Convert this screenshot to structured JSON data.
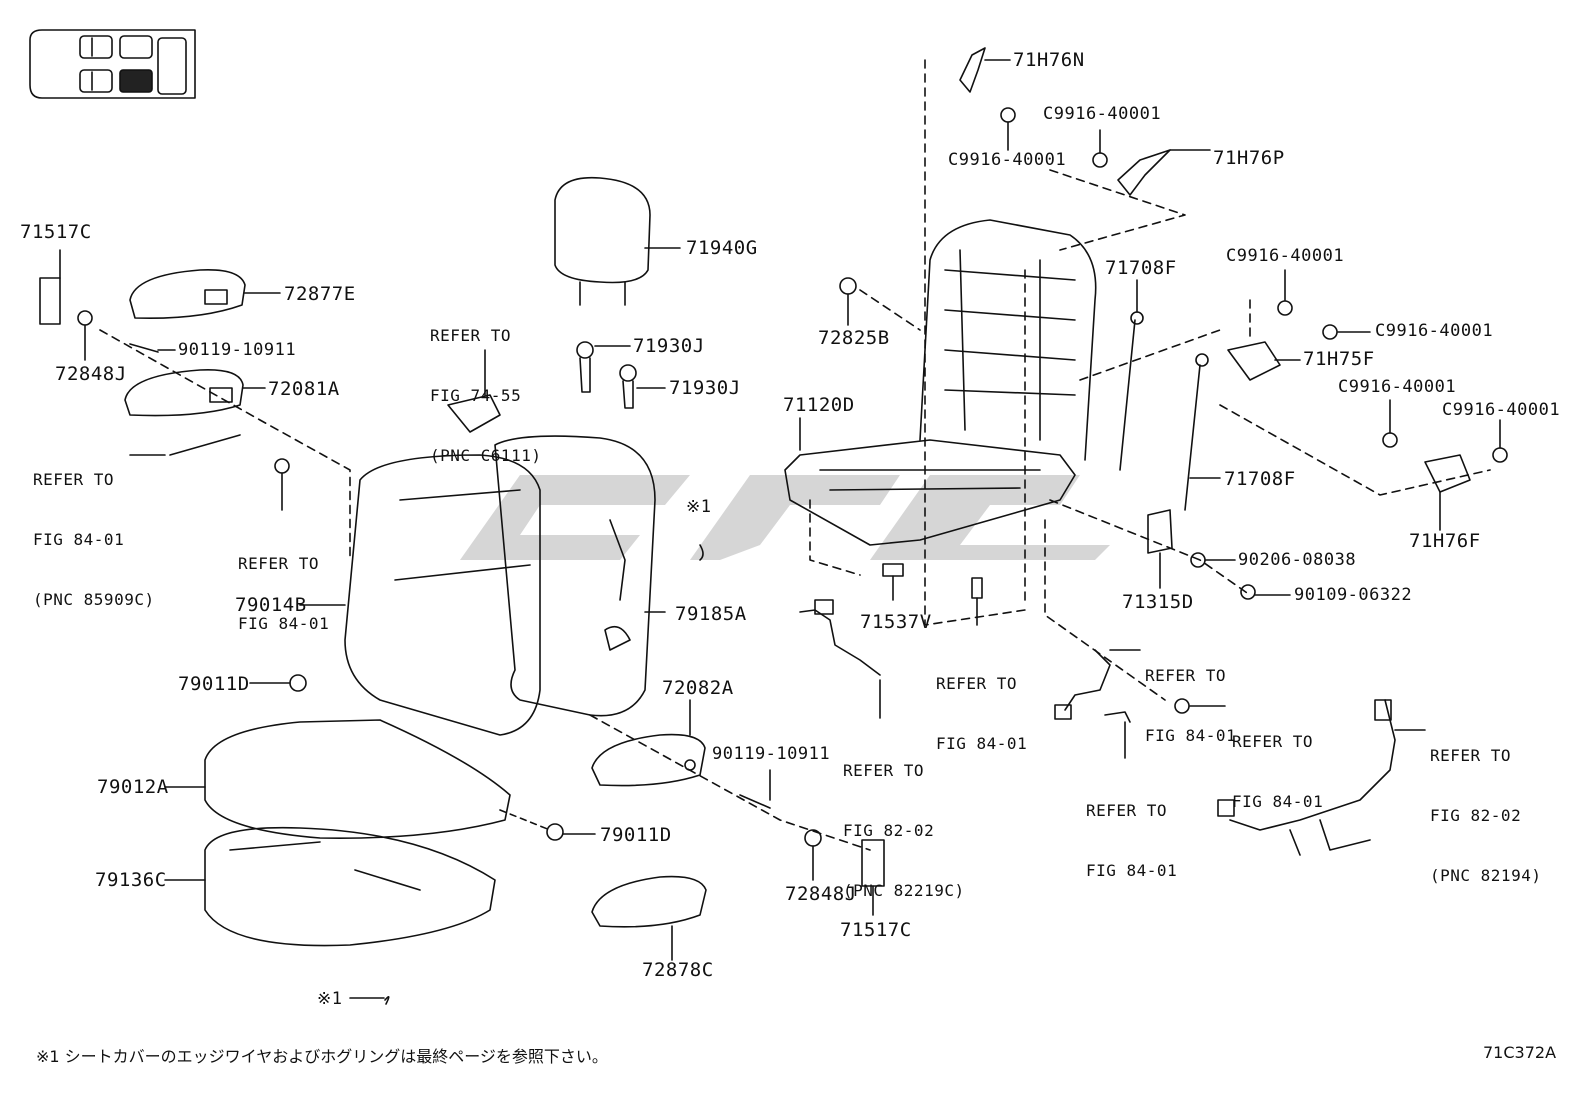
{
  "parts": [
    {
      "id": "p1",
      "text": "71517C"
    },
    {
      "id": "p2",
      "text": "72877E"
    },
    {
      "id": "p3",
      "text": "90119-10911"
    },
    {
      "id": "p4",
      "text": "72848J"
    },
    {
      "id": "p5",
      "text": "72081A"
    },
    {
      "id": "p6",
      "text": "71940G"
    },
    {
      "id": "p7",
      "text": "71930J"
    },
    {
      "id": "p8",
      "text": "71930J"
    },
    {
      "id": "p9",
      "text": "71H76N"
    },
    {
      "id": "p10",
      "text": "C9916-40001"
    },
    {
      "id": "p11",
      "text": "C9916-40001"
    },
    {
      "id": "p12",
      "text": "71H76P"
    },
    {
      "id": "p13",
      "text": "72825B"
    },
    {
      "id": "p14",
      "text": "71708F"
    },
    {
      "id": "p15",
      "text": "C9916-40001"
    },
    {
      "id": "p16",
      "text": "C9916-40001"
    },
    {
      "id": "p17",
      "text": "71H75F"
    },
    {
      "id": "p18",
      "text": "C9916-40001"
    },
    {
      "id": "p19",
      "text": "C9916-40001"
    },
    {
      "id": "p20",
      "text": "71120D"
    },
    {
      "id": "p21",
      "text": "71708F"
    },
    {
      "id": "p22",
      "text": "71H76F"
    },
    {
      "id": "p23",
      "text": "90206-08038"
    },
    {
      "id": "p24",
      "text": "90109-06322"
    },
    {
      "id": "p25",
      "text": "71315D"
    },
    {
      "id": "p26",
      "text": "79014B"
    },
    {
      "id": "p27",
      "text": "79185A"
    },
    {
      "id": "p28",
      "text": "71537V"
    },
    {
      "id": "p29",
      "text": "79011D"
    },
    {
      "id": "p30",
      "text": "72082A"
    },
    {
      "id": "p31",
      "text": "90119-10911"
    },
    {
      "id": "p32",
      "text": "79012A"
    },
    {
      "id": "p33",
      "text": "79011D"
    },
    {
      "id": "p34",
      "text": "79136C"
    },
    {
      "id": "p35",
      "text": "72848J"
    },
    {
      "id": "p36",
      "text": "71517C"
    },
    {
      "id": "p37",
      "text": "72878C"
    },
    {
      "id": "p38",
      "text": "※1"
    },
    {
      "id": "p39",
      "text": "※1"
    }
  ],
  "refs": [
    {
      "id": "r1",
      "lines": [
        "REFER TO",
        "FIG 74-55",
        "(PNC C6111)"
      ]
    },
    {
      "id": "r2",
      "lines": [
        "REFER TO",
        "FIG 84-01",
        "(PNC 85909C)"
      ]
    },
    {
      "id": "r3",
      "lines": [
        "REFER TO",
        "FIG 84-01"
      ]
    },
    {
      "id": "r4",
      "lines": [
        "REFER TO",
        "FIG 84-01"
      ]
    },
    {
      "id": "r5",
      "lines": [
        "REFER TO",
        "FIG 84-01"
      ]
    },
    {
      "id": "r6",
      "lines": [
        "REFER TO",
        "FIG 84-01"
      ]
    },
    {
      "id": "r7",
      "lines": [
        "REFER TO",
        "FIG 84-01"
      ]
    },
    {
      "id": "r8",
      "lines": [
        "REFER TO",
        "FIG 82-02",
        "(PNC 82219C)"
      ]
    },
    {
      "id": "r9",
      "lines": [
        "REFER TO",
        "FIG 82-02",
        "(PNC 82194)"
      ]
    }
  ],
  "footnote": "※1 シートカバーのエッジワイヤおよびホグリングは最終ページを参照下さい。",
  "figure_code": "71C372A"
}
